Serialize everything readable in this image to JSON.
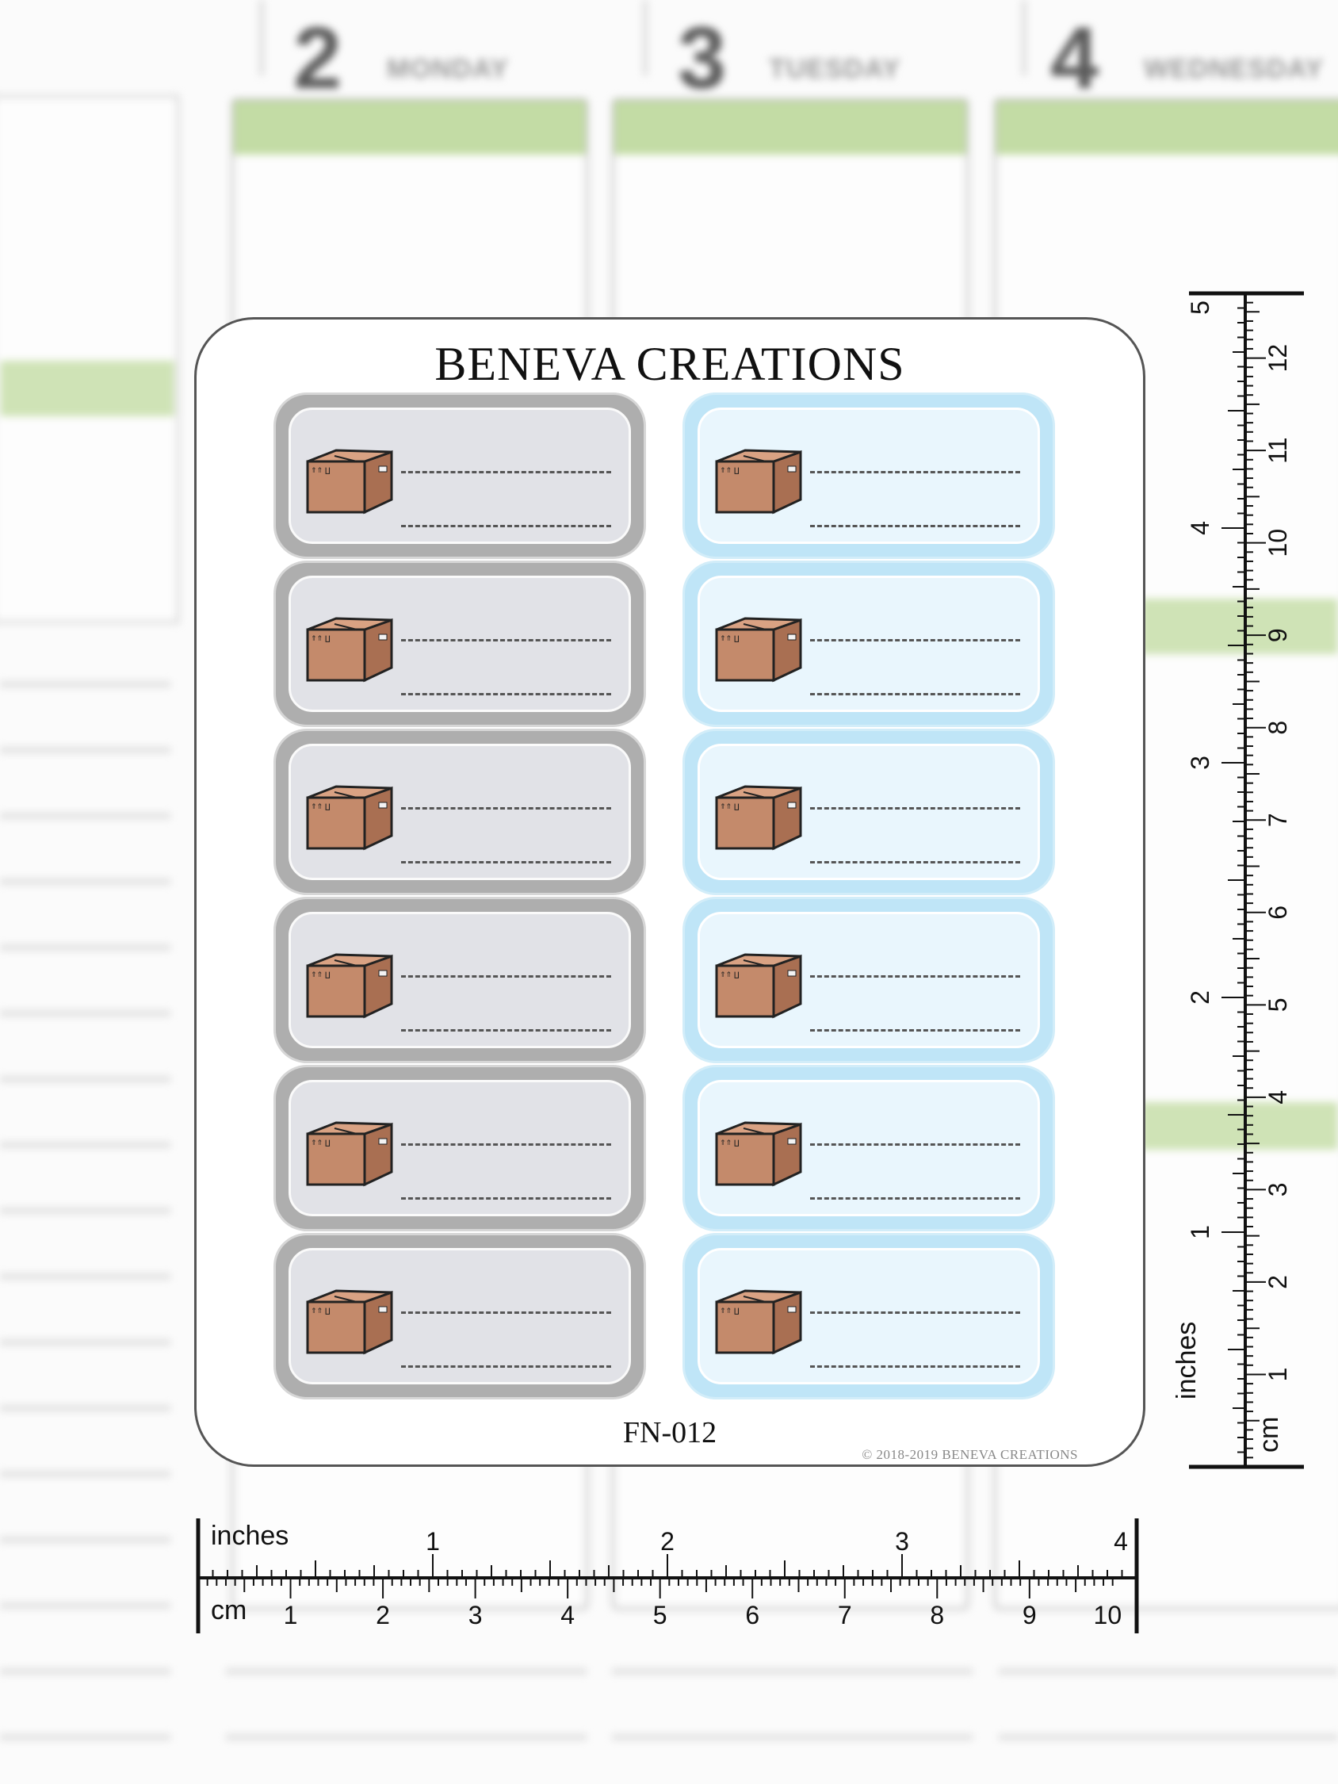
{
  "planner_background": {
    "days": [
      {
        "number": "2",
        "name": "MONDAY"
      },
      {
        "number": "3",
        "name": "TUESDAY"
      },
      {
        "number": "4",
        "name": "WEDNESDAY"
      }
    ],
    "header_color": "#c3dca5"
  },
  "sheet": {
    "brand": "BENEVA CREATIONS",
    "code": "FN-012",
    "copyright": "© 2018-2019  BENEVA CREATIONS",
    "columns": [
      {
        "style": "gray",
        "count": 6,
        "icon": "shipping-box-icon"
      },
      {
        "style": "blue",
        "count": 6,
        "icon": "shipping-box-icon"
      }
    ],
    "colors": {
      "gray": "#aeaeae",
      "blue": "#bfe5f7",
      "box": "#c48a6b"
    }
  },
  "rulers": {
    "horizontal": {
      "top_unit": "inches",
      "bottom_unit": "cm",
      "inch_labels": [
        "1",
        "2",
        "3",
        "4"
      ],
      "cm_labels": [
        "1",
        "2",
        "3",
        "4",
        "5",
        "6",
        "7",
        "8",
        "9",
        "10"
      ]
    },
    "vertical": {
      "left_unit": "inches",
      "right_unit": "cm",
      "inch_labels": [
        "1",
        "2",
        "3",
        "4",
        "5"
      ],
      "cm_labels": [
        "1",
        "2",
        "3",
        "4",
        "5",
        "6",
        "7",
        "8",
        "9",
        "10",
        "11",
        "12"
      ]
    }
  }
}
